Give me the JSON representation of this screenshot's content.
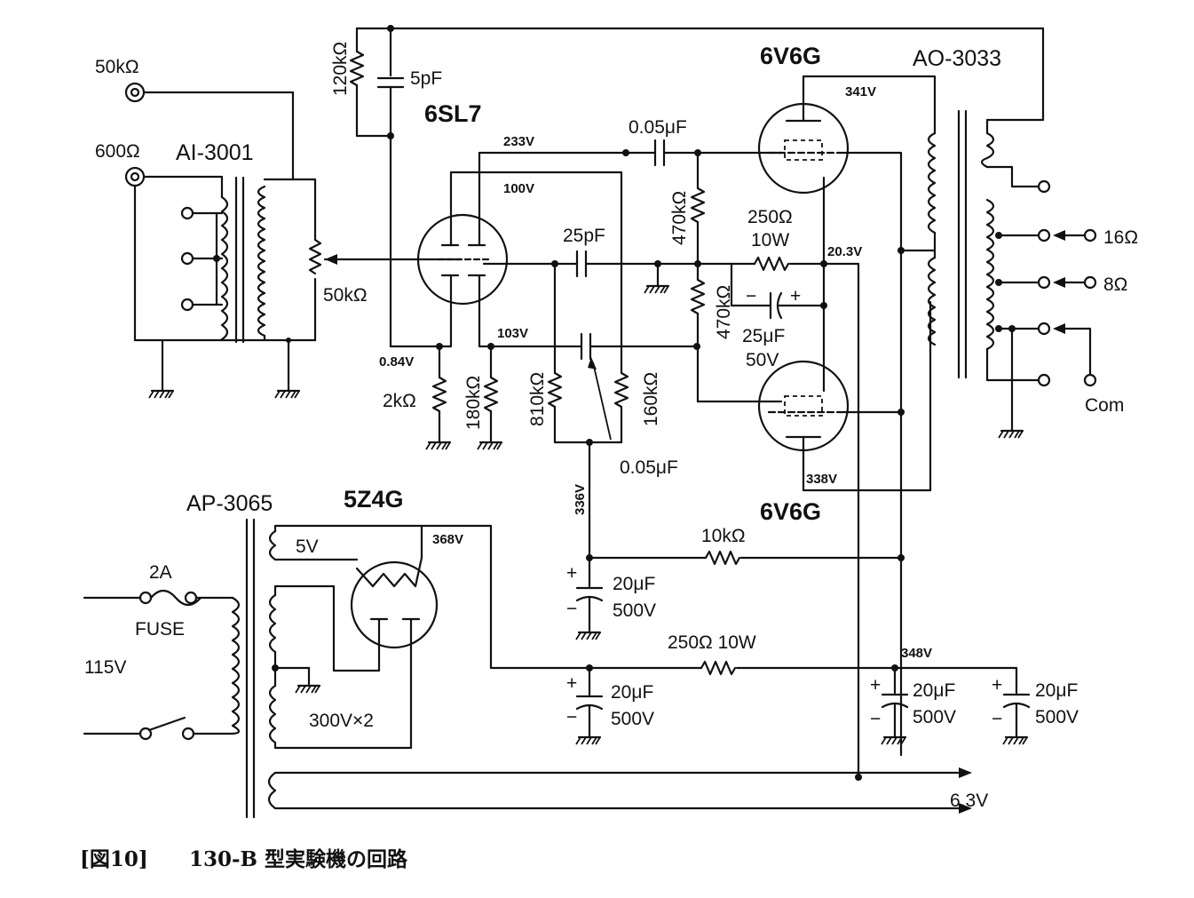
{
  "caption": {
    "figure": "[図10]",
    "title": "130-B 型実験機の回路"
  },
  "tubes": {
    "driver": "6SL7",
    "output_top": "6V6G",
    "output_bottom": "6V6G",
    "rectifier": "5Z4G"
  },
  "transformers": {
    "input": "AI-3001",
    "output": "AO-3033",
    "power": "AP-3065"
  },
  "inputs": {
    "in_50k": "50kΩ",
    "in_600": "600Ω"
  },
  "outputs": {
    "tap_16": "16Ω",
    "tap_8": "8Ω",
    "com": "Com"
  },
  "components": {
    "pot": "50kΩ",
    "r_fb": "120kΩ",
    "c_fb": "5pF",
    "c_coupling_top": "0.05μF",
    "c_coupling_bot": "0.05μF",
    "c_25p": "25pF",
    "r_grid_top": "470kΩ",
    "r_grid_bot": "470kΩ",
    "r_cathode_out": "250Ω",
    "r_cathode_out_w": "10W",
    "c_cathode_out": "25μF",
    "c_cathode_out_v": "50V",
    "r_2k": "2kΩ",
    "r_180k": "180kΩ",
    "r_810k": "810kΩ",
    "r_160k": "160kΩ",
    "r_10k": "10kΩ",
    "r_250_10w": "250Ω  10W",
    "c_filter": "20μF",
    "c_filter_v": "500V",
    "fuse_rating": "2A",
    "fuse_label": "FUSE",
    "mains": "115V",
    "rect_heater": "5V",
    "hv_winding": "300V×2",
    "heater": "6.3V"
  },
  "voltages": {
    "v233": "233V",
    "v100": "100V",
    "v103": "103V",
    "v084": "0.84V",
    "v341": "341V",
    "v338": "338V",
    "v203": "20.3V",
    "v336": "336V",
    "v368": "368V",
    "v348": "348V"
  }
}
